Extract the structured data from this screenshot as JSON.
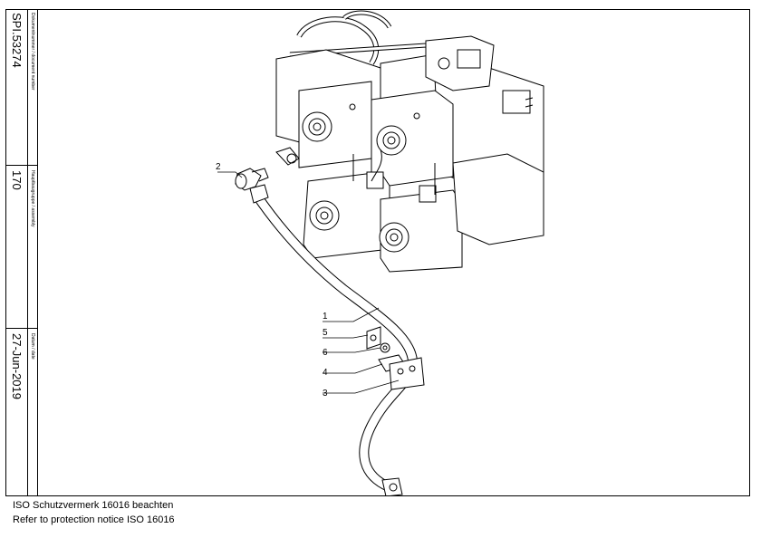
{
  "title_block": {
    "document_number_label": "Dokumentnummer / document number",
    "document_number": "SPI.53274",
    "assembly_label": "Hauptbaugruppe / assembly",
    "assembly": "170",
    "date_label": "Datum / date",
    "date": "27-Jun-2019"
  },
  "notice": {
    "line1": "ISO Schutzvermerk 16016 beachten",
    "line2": "Refer to protection notice ISO 16016"
  },
  "callouts": {
    "c1": "1",
    "c2": "2",
    "c3": "3",
    "c4": "4",
    "c5": "5",
    "c6": "6"
  }
}
